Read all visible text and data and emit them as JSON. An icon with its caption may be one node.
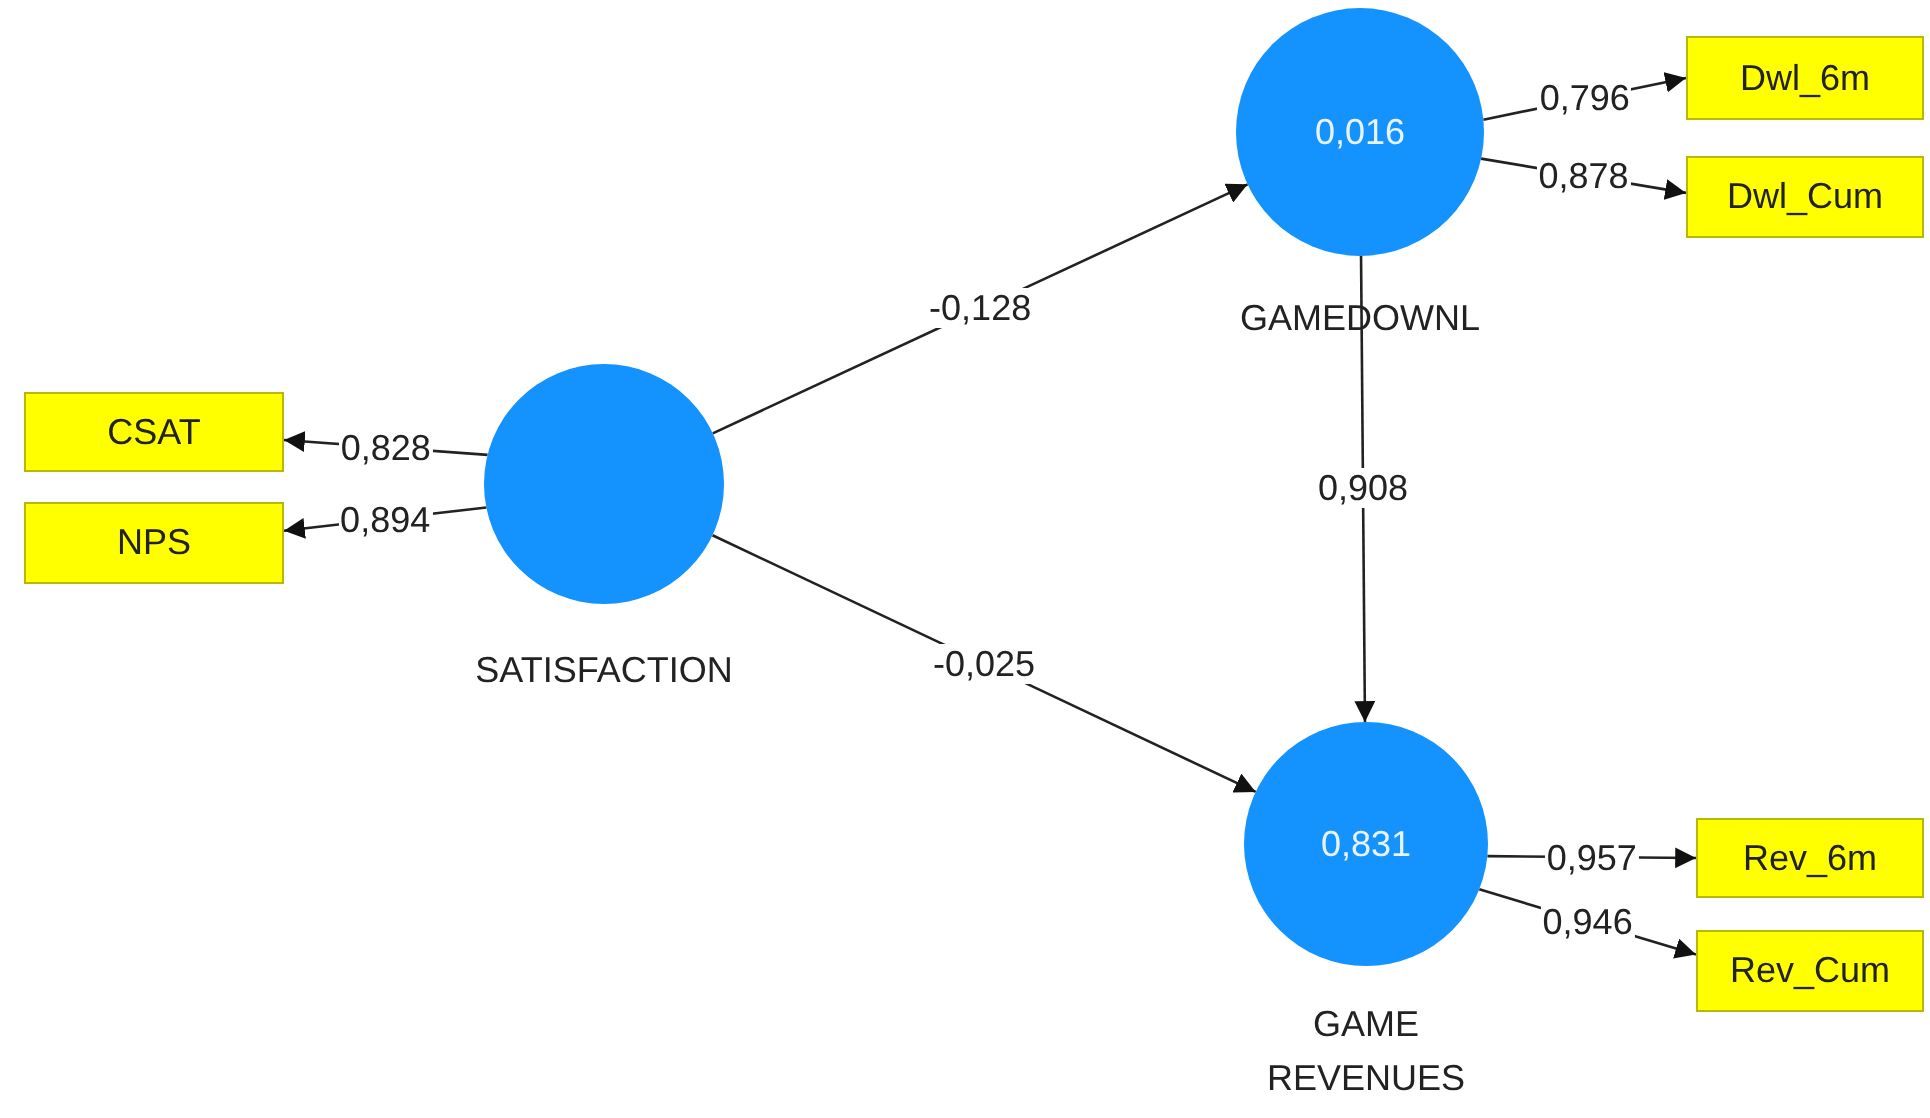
{
  "diagram": {
    "nodes": [
      {
        "text": [
          "CSAT"
        ]
      },
      {
        "text": [
          "NPS"
        ]
      },
      {
        "text": [
          "SATISFACTION"
        ]
      },
      {
        "text": [
          "0,016",
          "GAMEDOWNL"
        ]
      },
      {
        "text": [
          "0,831",
          "GAME REVENUES"
        ]
      },
      {
        "text": [
          "Dwl_6m"
        ]
      },
      {
        "text": [
          "Dwl_Cum"
        ]
      },
      {
        "text": [
          "Rev_6m"
        ]
      },
      {
        "text": [
          "Rev_Cum"
        ]
      }
    ],
    "edges": [
      {
        "from": 2,
        "to": 0,
        "arrow": "to",
        "label": "0,828"
      },
      {
        "from": 2,
        "to": 1,
        "arrow": "to",
        "label": "0,894"
      },
      {
        "from": 2,
        "to": 3,
        "arrow": "to",
        "label": "-0,128"
      },
      {
        "from": 2,
        "to": 4,
        "arrow": "to",
        "label": "-0,025"
      },
      {
        "from": 3,
        "to": 4,
        "arrow": "to",
        "label": "0,908"
      },
      {
        "from": 3,
        "to": 5,
        "arrow": "to",
        "label": "0,796"
      },
      {
        "from": 3,
        "to": 6,
        "arrow": "to",
        "label": "0,878"
      },
      {
        "from": 4,
        "to": 7,
        "arrow": "to",
        "label": "0,957"
      },
      {
        "from": 4,
        "to": 8,
        "arrow": "to",
        "label": "0,946"
      }
    ]
  }
}
